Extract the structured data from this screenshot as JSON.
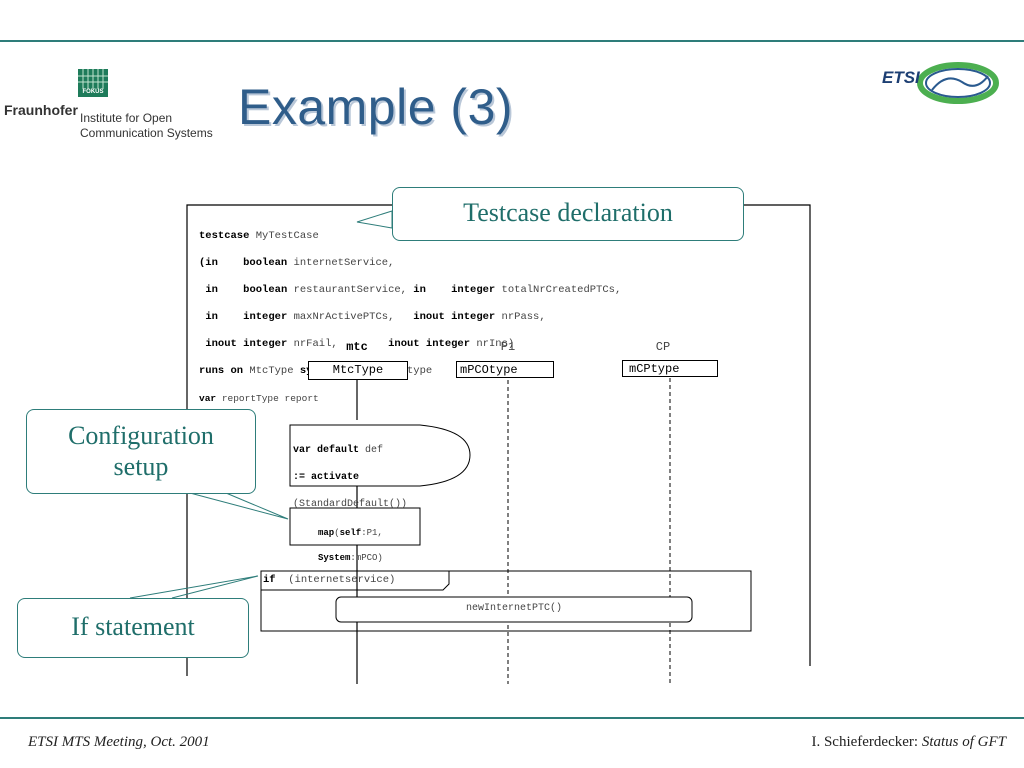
{
  "slide": {
    "title": "Example (3)",
    "logo_left": {
      "badge": "FOKUS",
      "name": "Fraunhofer",
      "institute_line1": "Institute for Open",
      "institute_line2": "Communication Systems"
    },
    "logo_right": {
      "text": "ETSI"
    }
  },
  "code": {
    "l1_kw": "testcase",
    "l1_name": "MyTestCase",
    "l2_a": "(in",
    "l2_b": "boolean",
    "l2_c": "internetService,",
    "l3_a": "in",
    "l3_b": "boolean",
    "l3_c": "restaurantService,",
    "l3_d": "in",
    "l3_e": "integer",
    "l3_f": "totalNrCreatedPTCs,",
    "l4_a": "in",
    "l4_b": "integer",
    "l4_c": "maxNrActivePTCs,",
    "l4_d": "inout",
    "l4_e": "integer",
    "l4_f": "nrPass,",
    "l5_a": "inout",
    "l5_b": "integer",
    "l5_c": "nrFail,",
    "l5_d": "inout",
    "l5_e": "integer",
    "l5_f": "nrInc)",
    "l6_a": "runs on",
    "l6_b": "MtcType",
    "l6_c": "system",
    "l6_d": "TestSystemtype",
    "l7_a": "var",
    "l7_b": "reportType report"
  },
  "diagram": {
    "instances": [
      {
        "name": "mtc",
        "type": "MtcType"
      },
      {
        "name": "P1",
        "type": "mPCOtype"
      },
      {
        "name": "CP",
        "type": "mCPtype"
      }
    ],
    "default_box": {
      "line1_kw": "var default",
      "line1_id": "def",
      "line2_kw": ":= activate",
      "line3": "(StandardDefault())"
    },
    "map_box": {
      "kw": "map",
      "open": "(",
      "self_kw": "self",
      "colon1": ":",
      "p1": "P1,",
      "system_kw": "System",
      "colon2": ":",
      "pco": "mPCO)"
    },
    "if_box": {
      "kw": "if",
      "cond": "(internetservice)"
    },
    "call": "newInternetPTC()"
  },
  "callouts": {
    "testcase": "Testcase declaration",
    "config_line1": "Configuration",
    "config_line2": "setup",
    "if_stmt": "If statement"
  },
  "footer": {
    "left": "ETSI MTS Meeting, Oct. 2001",
    "right_author": "I. Schieferdecker:",
    "right_title": "Status of GFT"
  },
  "colors": {
    "accent": "#2e7d7a",
    "title": "#2f5d8a",
    "etsi_blue": "#2a5a8f",
    "etsi_green": "#4caf50"
  }
}
